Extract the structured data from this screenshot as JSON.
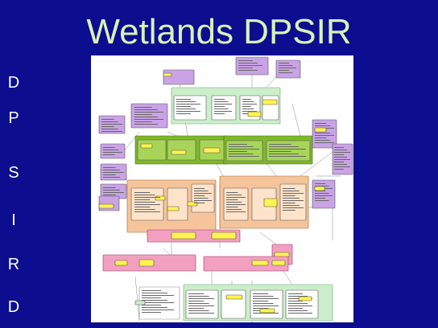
{
  "title": "Wetlands DPSIR",
  "acronym_letters": [
    "D",
    "P",
    "S",
    "I",
    "R",
    "D"
  ],
  "colors": {
    "background": "#0d0d8f",
    "title": "#d8f2b8",
    "letters": "#ffffff",
    "drivers_purple": "#c9a3e6",
    "pressures_green": "#7fb82a",
    "state_orange": "#f6c49a",
    "impacts_pink": "#f2a0c0",
    "welfare_green": "#cdeecb",
    "highlight_yellow": "#fff34d",
    "connector": "#888888"
  }
}
